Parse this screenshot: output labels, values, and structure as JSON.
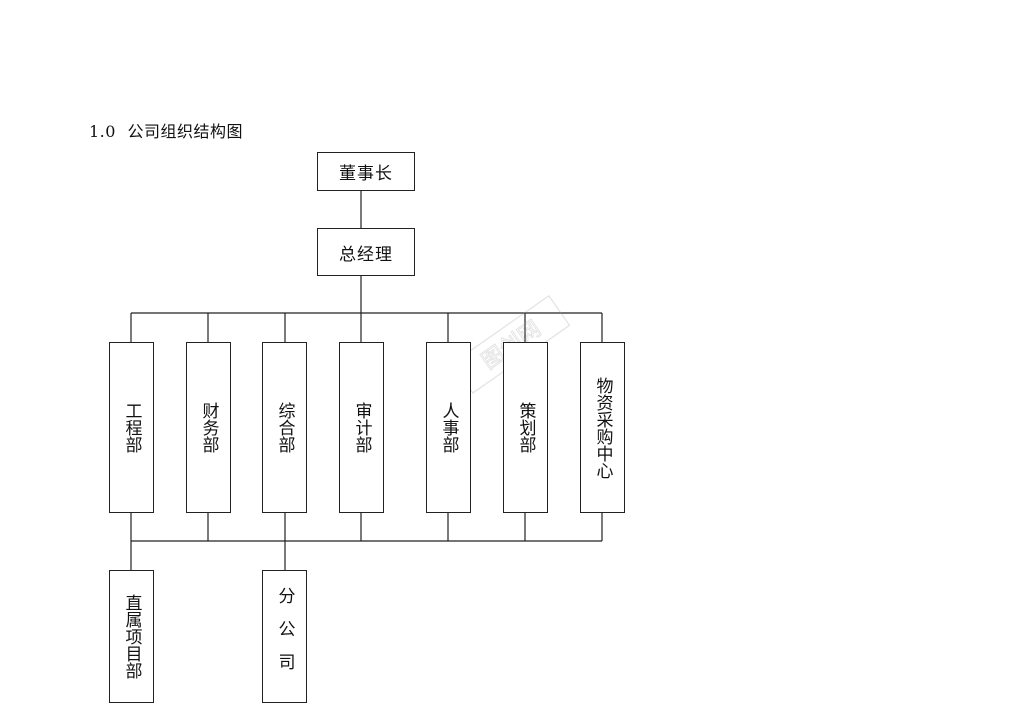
{
  "heading": {
    "number": "1.0",
    "title": "公司组织结构图"
  },
  "chart": {
    "chairman": "董事长",
    "general_manager": "总经理",
    "departments": [
      "工程部",
      "财务部",
      "综合部",
      "审计部",
      "人事部",
      "策划部",
      "物资采购中心"
    ],
    "sub_units": [
      "直属项目部",
      "分公司"
    ]
  },
  "watermark": {
    "text": "图创网"
  }
}
